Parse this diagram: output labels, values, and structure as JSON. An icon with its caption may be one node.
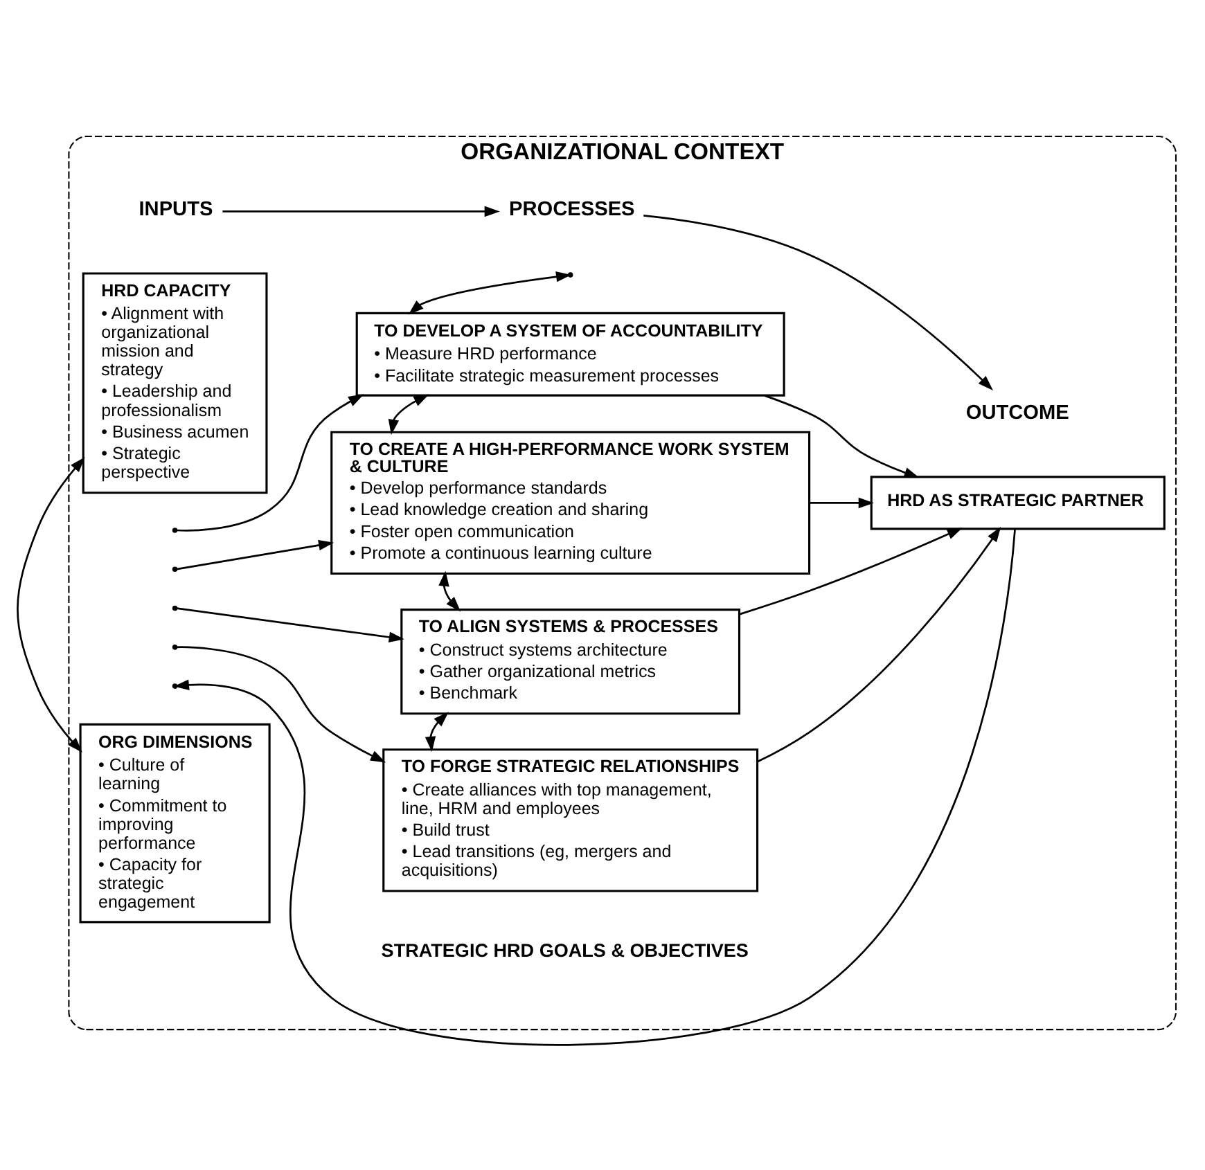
{
  "diagram": {
    "nodes": [
      {
        "text": [
          "ORGANIZATIONAL CONTEXT"
        ]
      },
      {
        "text": [
          "ORG DIMENSIONS",
          "• Culture of learning",
          "• Commitment to improving performance",
          "• Capacity for strategic engagement"
        ],
        "in": 0
      },
      {
        "text": [
          "HRD CAPACITY",
          "• Alignment with organizational mission and strategy",
          "• Leadership and professionalism",
          "• Business acumen",
          "• Strategic perspective"
        ],
        "in": 0
      },
      {
        "text": [
          "TO FORGE STRATEGIC RELATIONSHIPS",
          "• Create alliances with top management, line, HRM and employees",
          "• Build trust",
          "• Lead transitions (eg, mergers and acquisitions)"
        ],
        "in": 0
      },
      {
        "text": [
          "TO ALIGN SYSTEMS & PROCESSES",
          "• Construct systems architecture",
          "• Gather organizational metrics",
          "• Benchmark"
        ],
        "in": 0
      },
      {
        "text": [
          "TO CREATE A HIGH-PERFORMANCE WORK SYSTEM & CULTURE",
          "• Develop performance standards",
          "• Lead knowledge creation and sharing",
          "• Foster open communication",
          "• Promote a continuous learning culture"
        ],
        "in": 0
      },
      {
        "text": [
          "TO DEVELOP A SYSTEM OF ACCOUNTABILITY",
          "• Measure HRD performance",
          "• Facilitate strategic measurement processes"
        ],
        "in": 0
      },
      {
        "text": [
          "HRD AS STRATEGIC PARTNER"
        ],
        "in": 0
      },
      {
        "text": [
          "INPUTS"
        ],
        "in": 0
      },
      {
        "text": [
          "PROCESSES"
        ],
        "in": 0
      },
      {
        "text": [
          "OUTCOME"
        ],
        "in": 0
      }
    ],
    "edges": [
      {
        "from": 1,
        "to": 2,
        "arrow": "both"
      },
      {
        "from": 7,
        "to": null,
        "arrow": "to"
      },
      {
        "from": null,
        "to": 3,
        "arrow": "to"
      },
      {
        "from": null,
        "to": 4,
        "arrow": "to"
      },
      {
        "from": null,
        "to": 5,
        "arrow": "to"
      },
      {
        "from": null,
        "to": 6,
        "arrow": "to"
      },
      {
        "from": 3,
        "to": 4,
        "arrow": "both"
      },
      {
        "from": 4,
        "to": 5,
        "arrow": "both"
      },
      {
        "from": 5,
        "to": 6,
        "arrow": "both"
      },
      {
        "from": 6,
        "to": null,
        "arrow": "both"
      },
      {
        "from": 3,
        "to": 7,
        "arrow": "to"
      },
      {
        "from": 4,
        "to": 7,
        "arrow": "to"
      },
      {
        "from": 5,
        "to": 7,
        "arrow": "to"
      },
      {
        "from": 6,
        "to": 7,
        "arrow": "to"
      },
      {
        "from": 8,
        "to": 9,
        "arrow": "to"
      },
      {
        "from": 9,
        "to": 10,
        "arrow": "to"
      }
    ],
    "labels": [
      "STRATEGIC HRD GOALS & OBJECTIVES"
    ]
  }
}
